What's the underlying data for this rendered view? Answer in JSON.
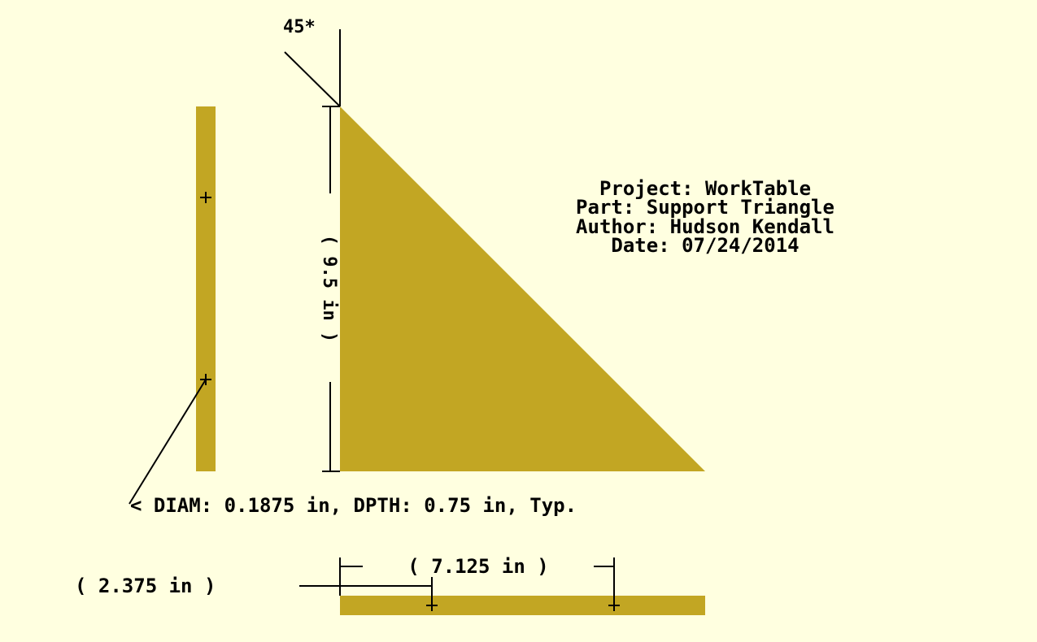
{
  "colors": {
    "background": "#ffffe0",
    "part": "#c2a623",
    "line": "#000000"
  },
  "title_block": {
    "project": "Project: WorkTable",
    "part": "Part: Support Triangle",
    "author": "Author: Hudson Kendall",
    "date": "Date: 07/24/2014"
  },
  "dimensions": {
    "angle": "45*",
    "height": "( 9.5 in )",
    "hole_note": "< DIAM: 0.1875 in, DPTH: 0.75 in, Typ.",
    "offset_left": "( 2.375 in )",
    "hole_spacing": "( 7.125 in )"
  }
}
